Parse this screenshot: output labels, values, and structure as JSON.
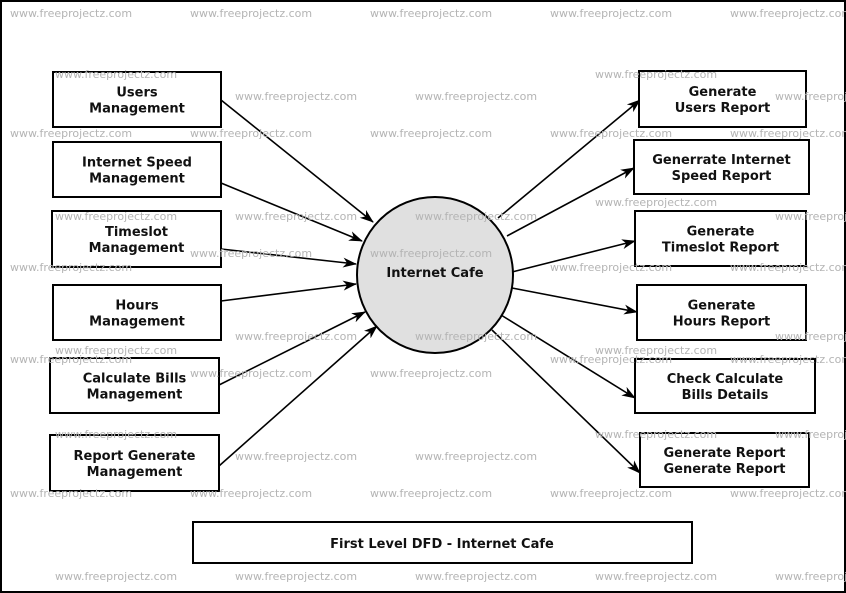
{
  "watermark": "www.freeprojectz.com",
  "center_process": {
    "label": "Internet Cafe",
    "fill": "#e0e0e0"
  },
  "inputs": [
    {
      "lines": [
        "Users",
        "Management"
      ]
    },
    {
      "lines": [
        "Internet Speed",
        "Management"
      ]
    },
    {
      "lines": [
        "Timeslot",
        "Management"
      ]
    },
    {
      "lines": [
        "Hours",
        "Management"
      ]
    },
    {
      "lines": [
        "Calculate Bills",
        "Management"
      ]
    },
    {
      "lines": [
        "Report Generate",
        "Management"
      ]
    }
  ],
  "outputs": [
    {
      "lines": [
        "Generate",
        "Users Report"
      ]
    },
    {
      "lines": [
        "Generrate Internet",
        "Speed Report"
      ]
    },
    {
      "lines": [
        "Generate",
        "Timeslot Report"
      ]
    },
    {
      "lines": [
        "Generate",
        "Hours Report"
      ]
    },
    {
      "lines": [
        "Check Calculate",
        "Bills Details"
      ]
    },
    {
      "lines": [
        "Generate Report",
        "Generate Report"
      ]
    }
  ],
  "title": "First Level DFD - Internet Cafe"
}
